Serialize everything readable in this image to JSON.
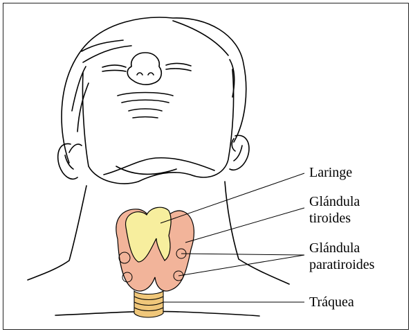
{
  "labels": {
    "laringe": "Laringe",
    "tiroides_1": "Glándula",
    "tiroides_2": "tiroides",
    "paratiroides_1": "Glándula",
    "paratiroides_2": "paratiroides",
    "traquea": "Tráquea"
  },
  "colors": {
    "thyroid": "#f2b49a",
    "larynx": "#f7ee9e",
    "trachea": "#f0c77a",
    "line": "#000000"
  }
}
